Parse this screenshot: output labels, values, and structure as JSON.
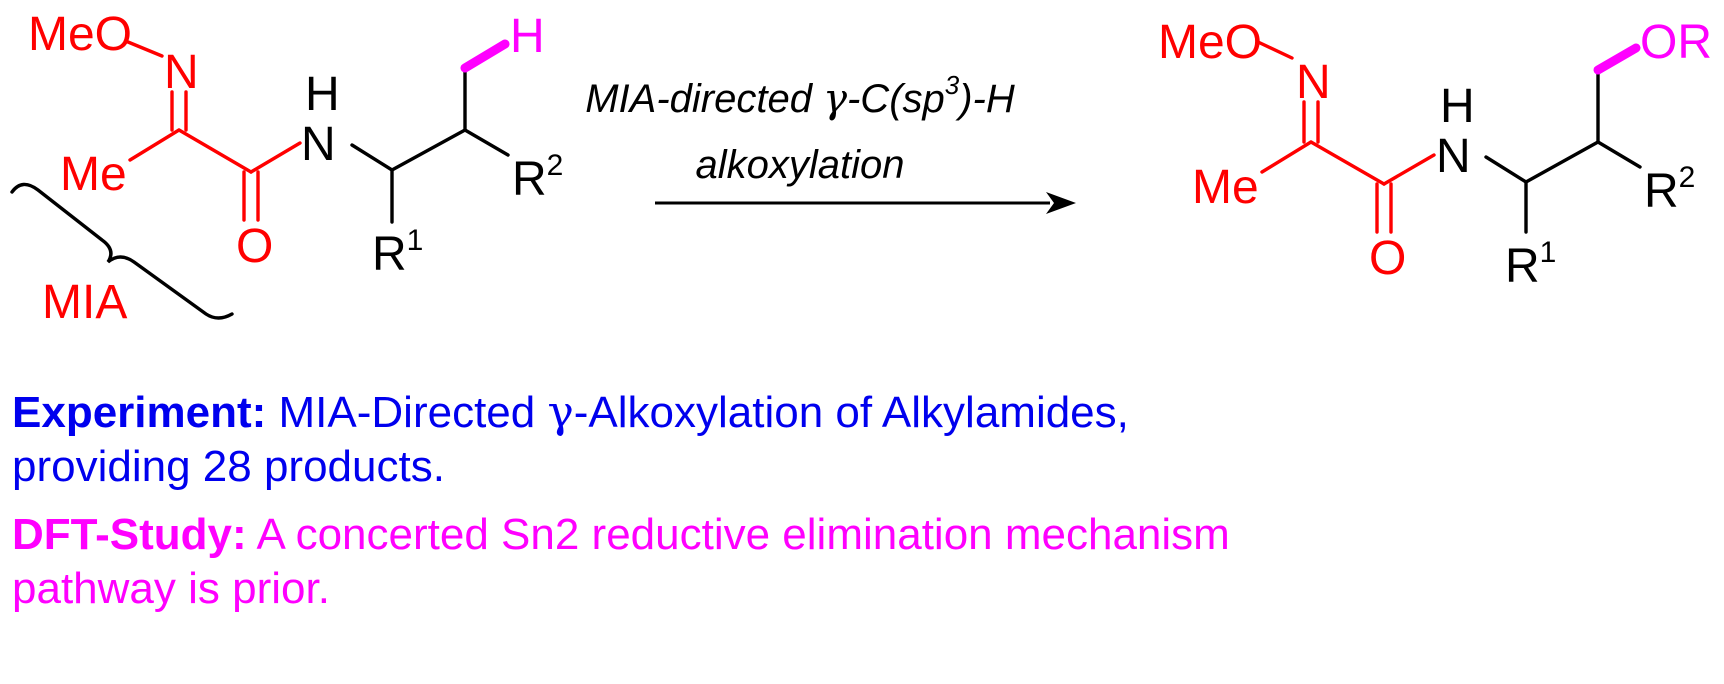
{
  "colors": {
    "aux": "#ff0000",
    "core": "#000000",
    "highlight": "#ff00ff",
    "experiment": "#0000ee",
    "dft": "#ff00ff"
  },
  "reactant": {
    "meo": "MeO",
    "n_oxime": "N",
    "me": "Me",
    "o": "O",
    "h_amide": "H",
    "n_amide": "N",
    "r1": "R",
    "r1_sup": "1",
    "r2": "R",
    "r2_sup": "2",
    "h_gamma": "H"
  },
  "product": {
    "meo": "MeO",
    "n_oxime": "N",
    "me": "Me",
    "o": "O",
    "h_amide": "H",
    "n_amide": "N",
    "r1": "R",
    "r1_sup": "1",
    "r2": "R",
    "r2_sup": "2",
    "or": "OR"
  },
  "mia_label": "MIA",
  "arrow": {
    "line1_a": "MIA-directed ",
    "line1_gamma": "γ",
    "line1_b": "-C(sp",
    "line1_sup": "3",
    "line1_c": ")-H",
    "line2": "alkoxylation"
  },
  "experiment": {
    "label": "Experiment:",
    "text_a": " MIA-Directed ",
    "gamma": "γ",
    "text_b": "-Alkoxylation of Alkylamides,",
    "line2": "providing 28 products."
  },
  "dft": {
    "label": "DFT-Study:",
    "line1": " A concerted Sn2 reductive elimination mechanism",
    "line2": "pathway is prior."
  }
}
